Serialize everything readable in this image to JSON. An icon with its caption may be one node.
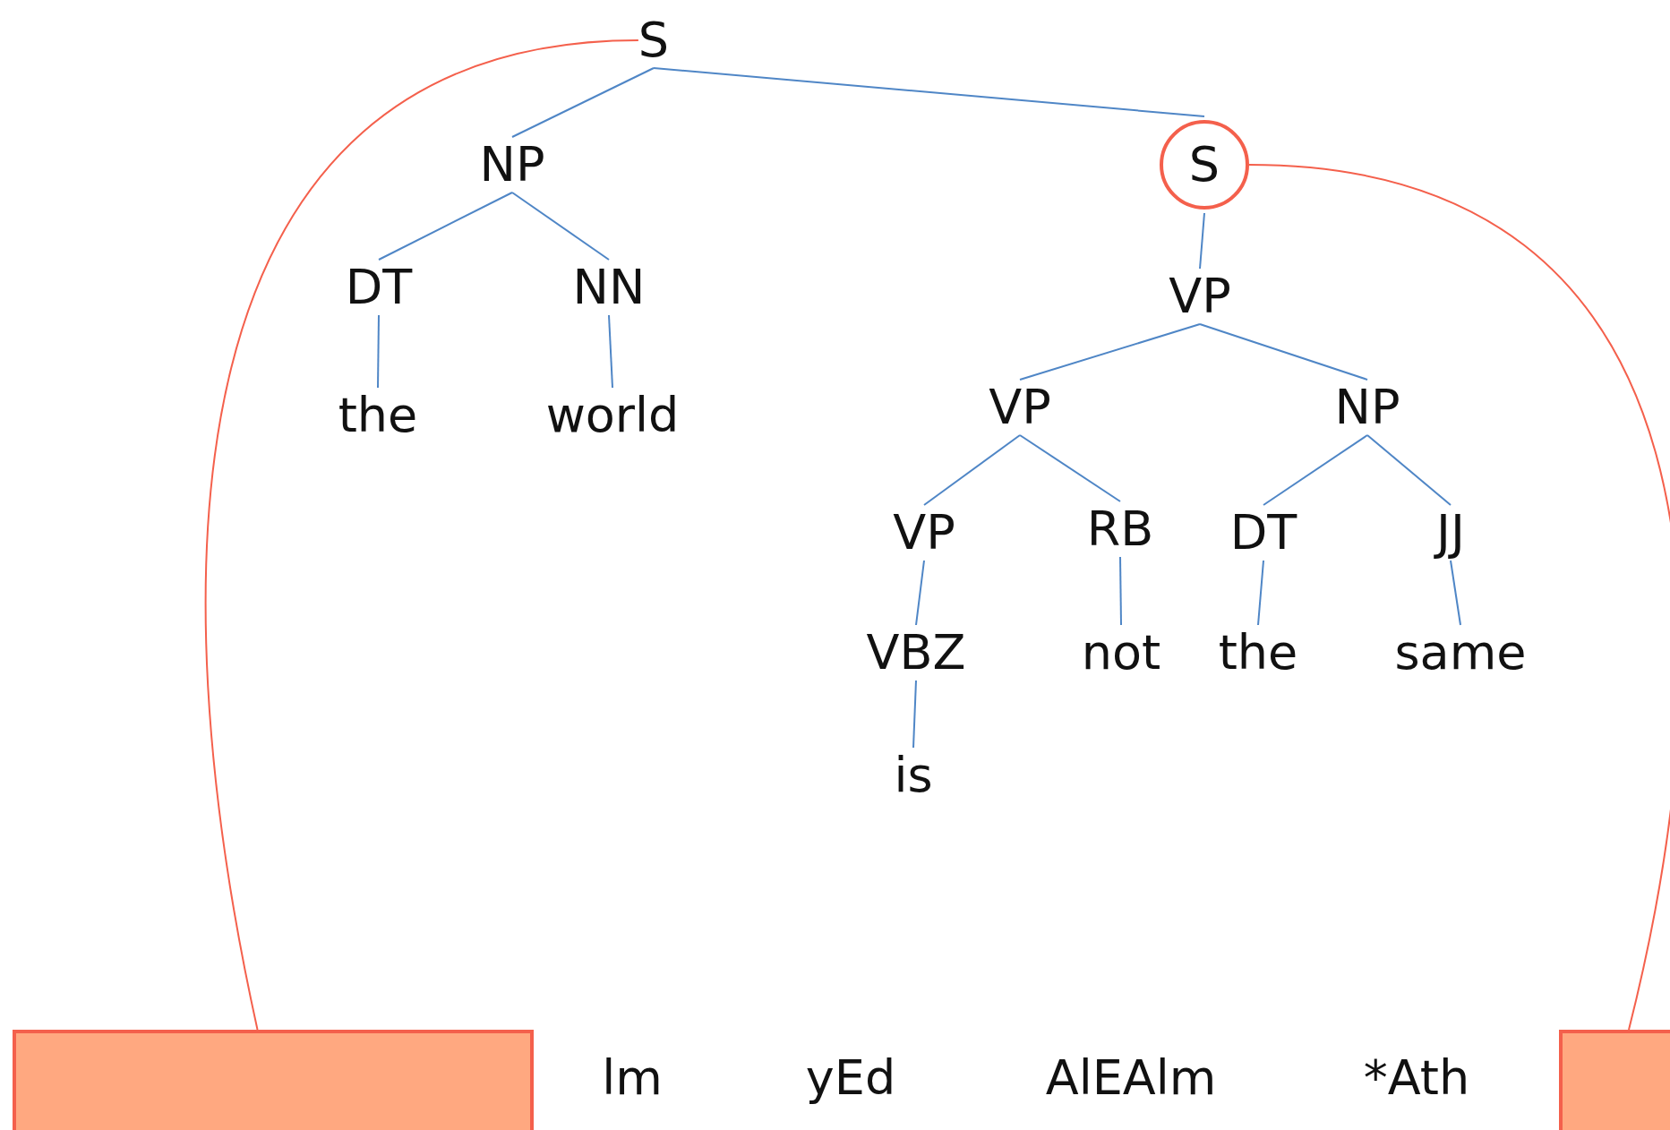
{
  "diagram": {
    "nodes": [
      {
        "text": [
          "S"
        ]
      },
      {
        "text": [
          "NP"
        ]
      },
      {
        "text": [
          "S"
        ]
      },
      {
        "text": [
          "DT"
        ]
      },
      {
        "text": [
          "NN"
        ]
      },
      {
        "text": [
          "VP"
        ]
      },
      {
        "text": [
          "the"
        ]
      },
      {
        "text": [
          "world"
        ]
      },
      {
        "text": [
          "VP"
        ]
      },
      {
        "text": [
          "NP"
        ]
      },
      {
        "text": [
          "VP"
        ]
      },
      {
        "text": [
          "RB"
        ]
      },
      {
        "text": [
          "DT"
        ]
      },
      {
        "text": [
          "JJ"
        ]
      },
      {
        "text": [
          "VBZ"
        ]
      },
      {
        "text": [
          "not"
        ]
      },
      {
        "text": [
          "the"
        ]
      },
      {
        "text": [
          "same"
        ]
      },
      {
        "text": [
          "is"
        ]
      },
      {
        "text": [],
        "shape": "box"
      },
      {
        "text": [],
        "shape": "box"
      }
    ],
    "edges": [
      {
        "from": 0,
        "to": 1,
        "arrow": "none"
      },
      {
        "from": 0,
        "to": 2,
        "arrow": "none"
      },
      {
        "from": 1,
        "to": 3,
        "arrow": "none"
      },
      {
        "from": 1,
        "to": 4,
        "arrow": "none"
      },
      {
        "from": 2,
        "to": 5,
        "arrow": "none"
      },
      {
        "from": 3,
        "to": 6,
        "arrow": "none"
      },
      {
        "from": 4,
        "to": 7,
        "arrow": "none"
      },
      {
        "from": 5,
        "to": 8,
        "arrow": "none"
      },
      {
        "from": 5,
        "to": 9,
        "arrow": "none"
      },
      {
        "from": 8,
        "to": 10,
        "arrow": "none"
      },
      {
        "from": 8,
        "to": 11,
        "arrow": "none"
      },
      {
        "from": 9,
        "to": 12,
        "arrow": "none"
      },
      {
        "from": 9,
        "to": 13,
        "arrow": "none"
      },
      {
        "from": 10,
        "to": 14,
        "arrow": "none"
      },
      {
        "from": 11,
        "to": 15,
        "arrow": "none"
      },
      {
        "from": 12,
        "to": 16,
        "arrow": "none"
      },
      {
        "from": 13,
        "to": 17,
        "arrow": "none"
      },
      {
        "from": 14,
        "to": 18,
        "arrow": "none"
      },
      {
        "from": 0,
        "to": 19,
        "arrow": "none",
        "color": "#f4604c"
      },
      {
        "from": 2,
        "to": 20,
        "arrow": "none",
        "color": "#f4604c"
      }
    ],
    "labels": [
      "lm",
      "yEd",
      "AlEAlm",
      "*Ath"
    ]
  }
}
